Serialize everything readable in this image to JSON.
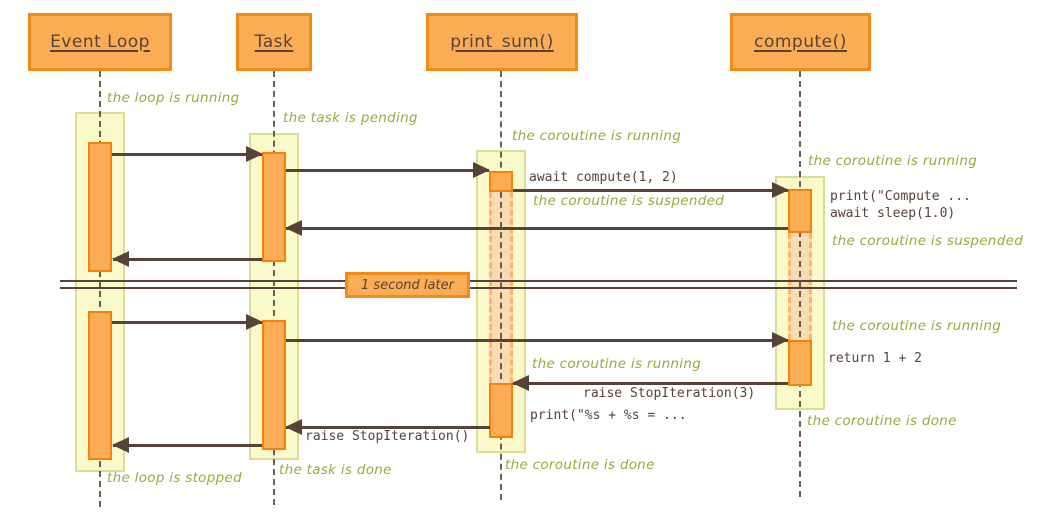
{
  "participants": [
    {
      "label": "Event Loop"
    },
    {
      "label": "Task"
    },
    {
      "label": "print_sum()"
    },
    {
      "label": "compute()"
    }
  ],
  "state_labels": [
    {
      "text": "the loop is running"
    },
    {
      "text": "the task is pending"
    },
    {
      "text": "the coroutine is running"
    },
    {
      "text": "the coroutine is running"
    },
    {
      "text": "the coroutine is suspended"
    },
    {
      "text": "the coroutine is suspended"
    },
    {
      "text": "the coroutine is running"
    },
    {
      "text": "the coroutine is running"
    },
    {
      "text": "the coroutine is done"
    },
    {
      "text": "the coroutine is done"
    },
    {
      "text": "the task is done"
    },
    {
      "text": "the loop is stopped"
    }
  ],
  "messages": [
    {
      "text": "await compute(1, 2)"
    },
    {
      "text": "print(\"Compute ..."
    },
    {
      "text": "await sleep(1.0)"
    },
    {
      "text": "return 1 + 2"
    },
    {
      "text": "raise StopIteration(3)"
    },
    {
      "text": "print(\"%s + %s = ..."
    },
    {
      "text": "raise StopIteration()"
    }
  ],
  "divider": {
    "label": "1 second later"
  },
  "colors": {
    "background": "#FFFFFF",
    "ink": "#584139",
    "green": "#9CA83C",
    "orange_fill": "#FBAD55",
    "orange_border": "#F08A18",
    "activation_border": "#F5820D",
    "band_fill": "#F9F9CA",
    "band_border": "#DCDC96",
    "suspended_fill": "#F8DCB4",
    "suspended_border": "#F9B66B"
  }
}
